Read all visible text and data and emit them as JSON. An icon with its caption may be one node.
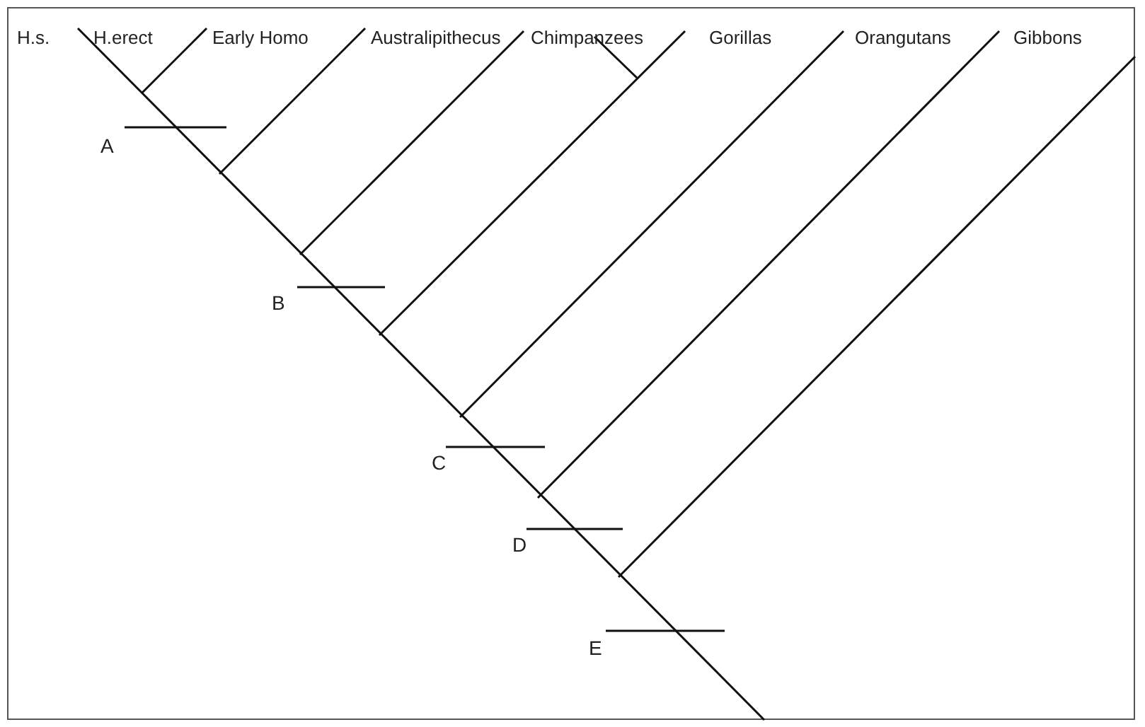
{
  "diagram": {
    "labels": [
      "H.s.",
      "H.erect",
      "Early Homo",
      "Australipithecus",
      "Chimpanzees",
      "Gorillas",
      "Orangutans",
      "Gibbons",
      "A",
      "B",
      "C",
      "D",
      "E"
    ]
  }
}
